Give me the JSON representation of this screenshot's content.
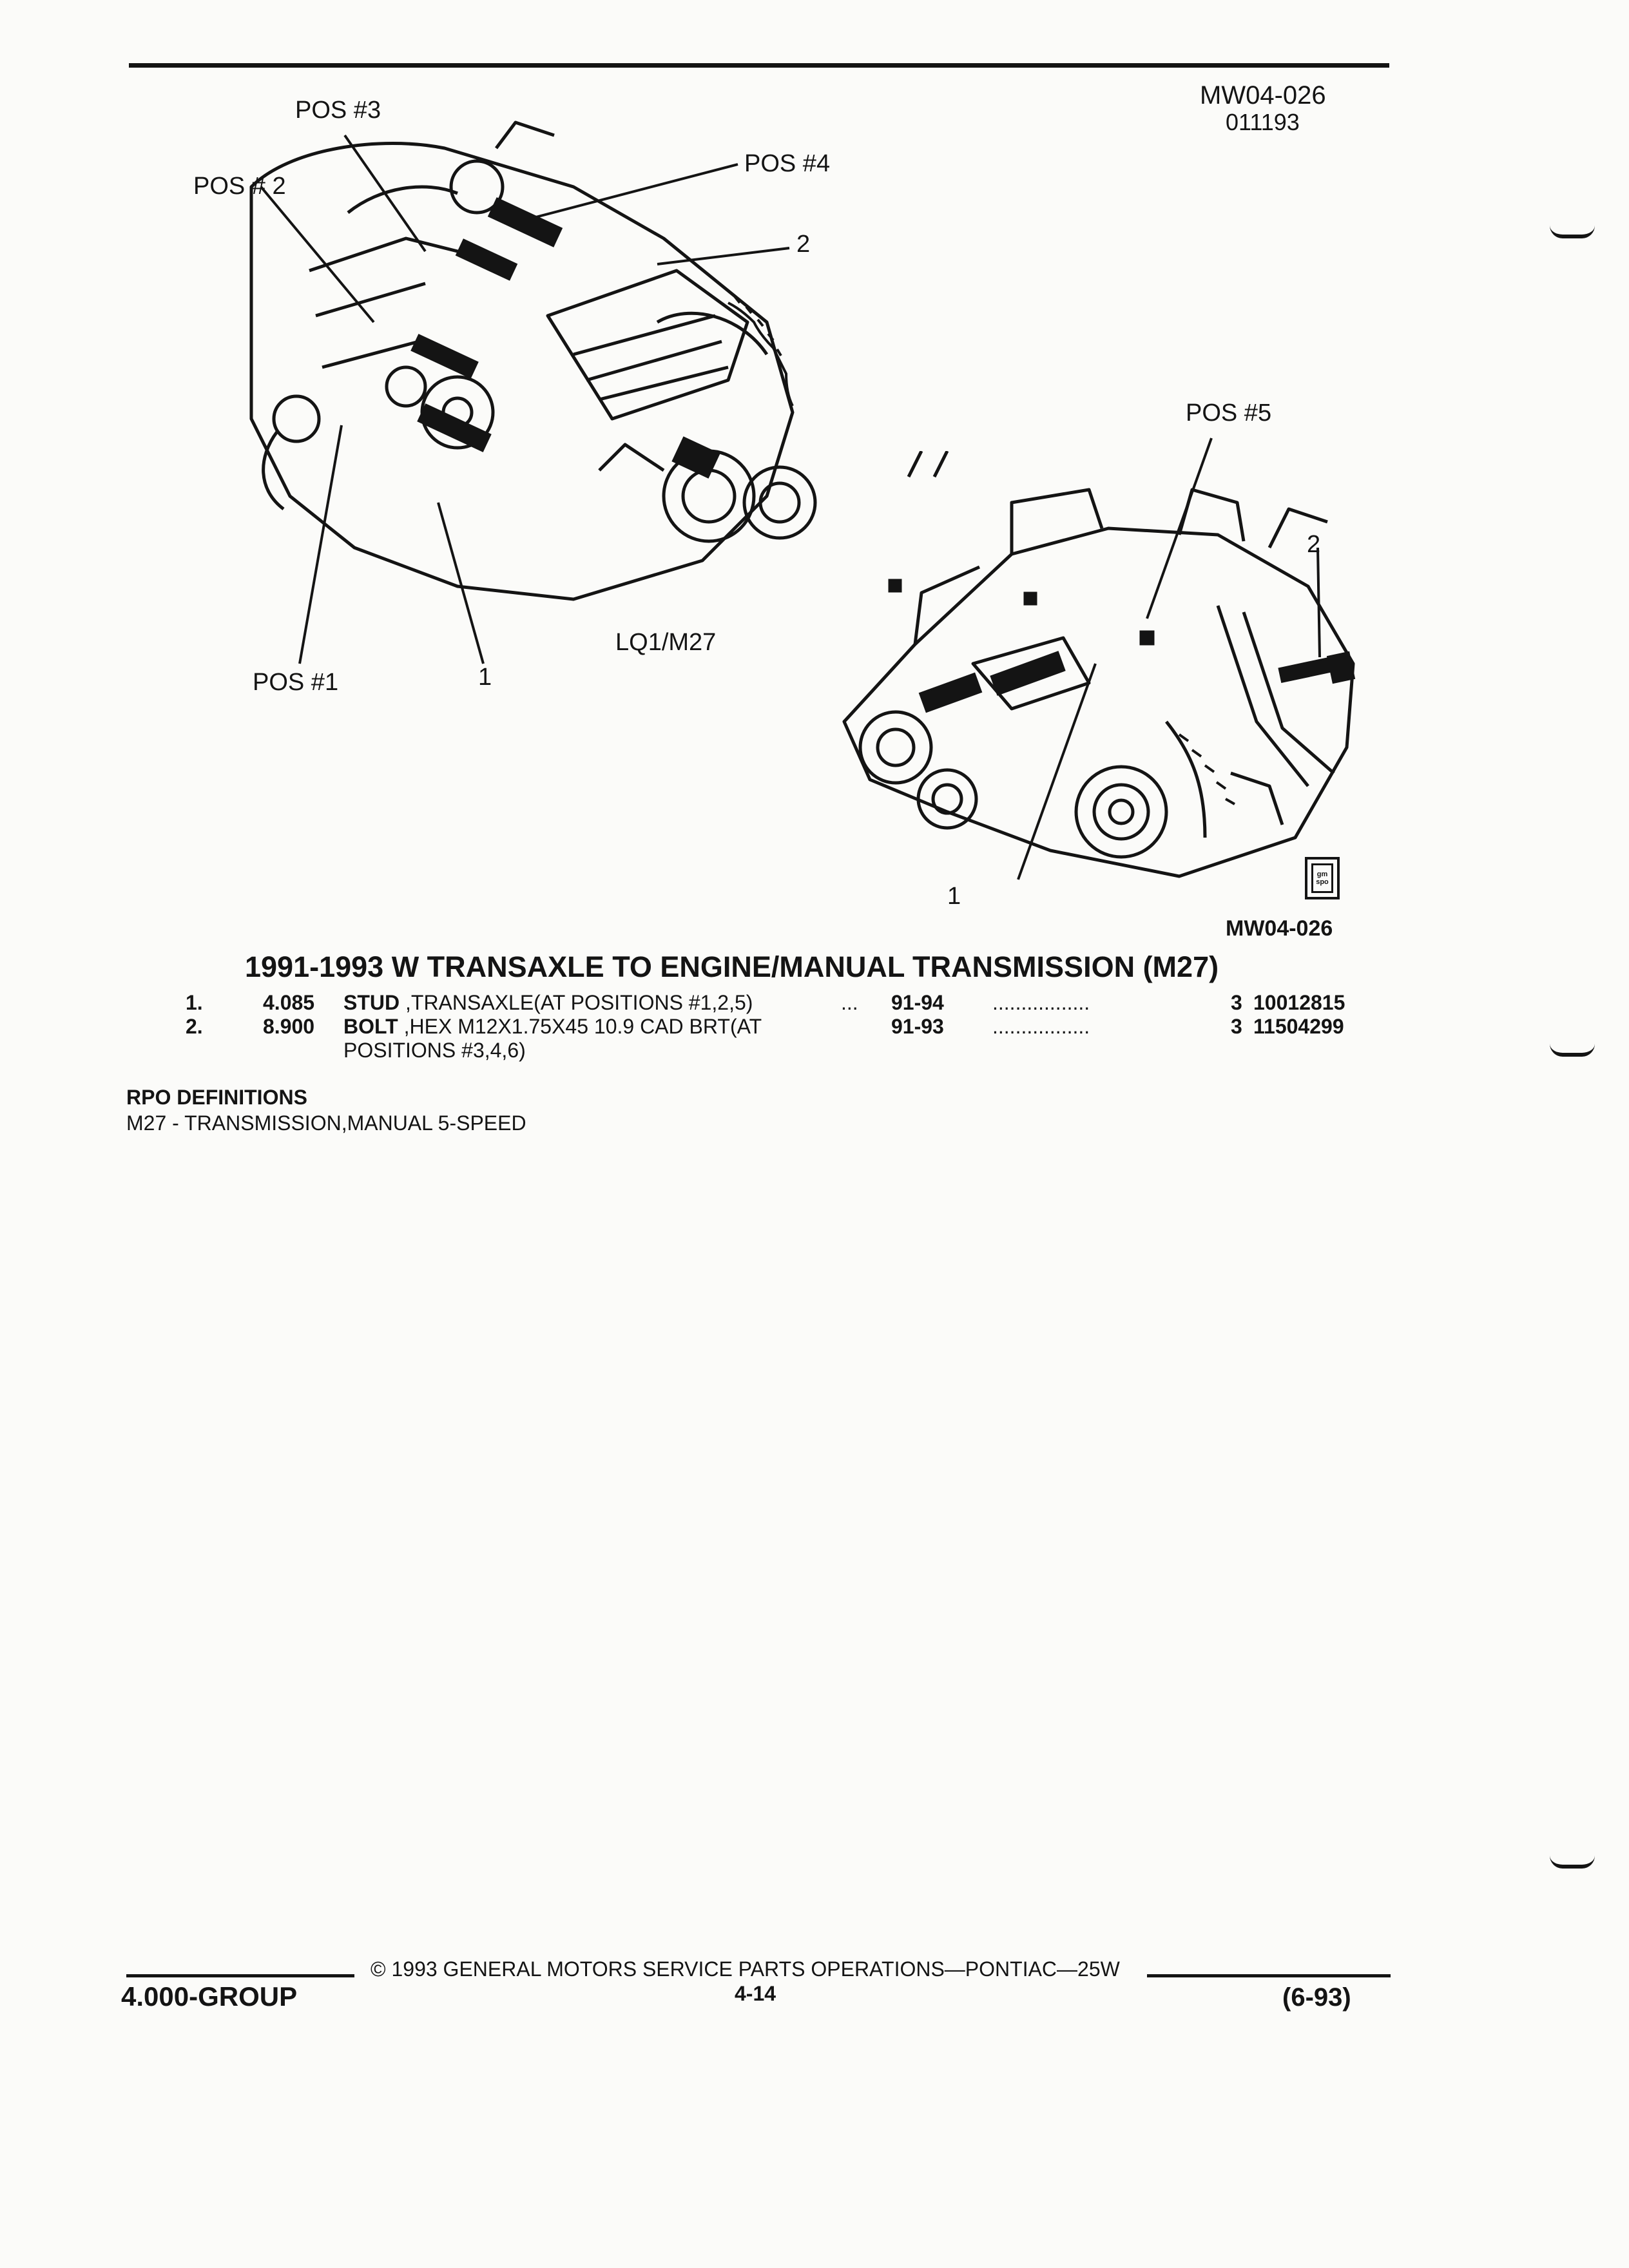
{
  "header": {
    "ref_code": "MW04-026",
    "ref_date": "011193"
  },
  "figure_left": {
    "labels": {
      "pos3": "POS #3",
      "pos2": "POS # 2",
      "pos4": "POS #4",
      "pos1": "POS #1",
      "callout_2": "2",
      "callout_1": "1",
      "model": "LQ1/M27"
    }
  },
  "figure_right": {
    "labels": {
      "pos5": "POS #5",
      "callout_2": "2",
      "callout_1": "1",
      "figure_code": "MW04-026",
      "badge_text": "gm spo"
    }
  },
  "section": {
    "title": "1991-1993 W TRANSAXLE TO ENGINE/MANUAL TRANSMISSION (M27)"
  },
  "parts": [
    {
      "item": "1.",
      "group": "4.085",
      "name": "STUD",
      "desc": " ,TRANSAXLE(AT POSITIONS #1,2,5)",
      "desc2": "",
      "lead": "...",
      "years": "91-94",
      "dots": ".................",
      "qty": "3",
      "part_no": "10012815"
    },
    {
      "item": "2.",
      "group": "8.900",
      "name": "BOLT",
      "desc": " ,HEX M12X1.75X45 10.9 CAD BRT(AT",
      "desc2": "POSITIONS #3,4,6)",
      "lead": "",
      "years": "91-93",
      "dots": ".................",
      "qty": "3",
      "part_no": "11504299"
    }
  ],
  "rpo": {
    "heading": "RPO DEFINITIONS",
    "line": "M27 - TRANSMISSION,MANUAL 5-SPEED"
  },
  "footer": {
    "group": "4.000-GROUP",
    "copyright": "© 1993 GENERAL MOTORS SERVICE PARTS OPERATIONS—PONTIAC—25W",
    "page": "4-14",
    "date_code": "(6-93)"
  }
}
